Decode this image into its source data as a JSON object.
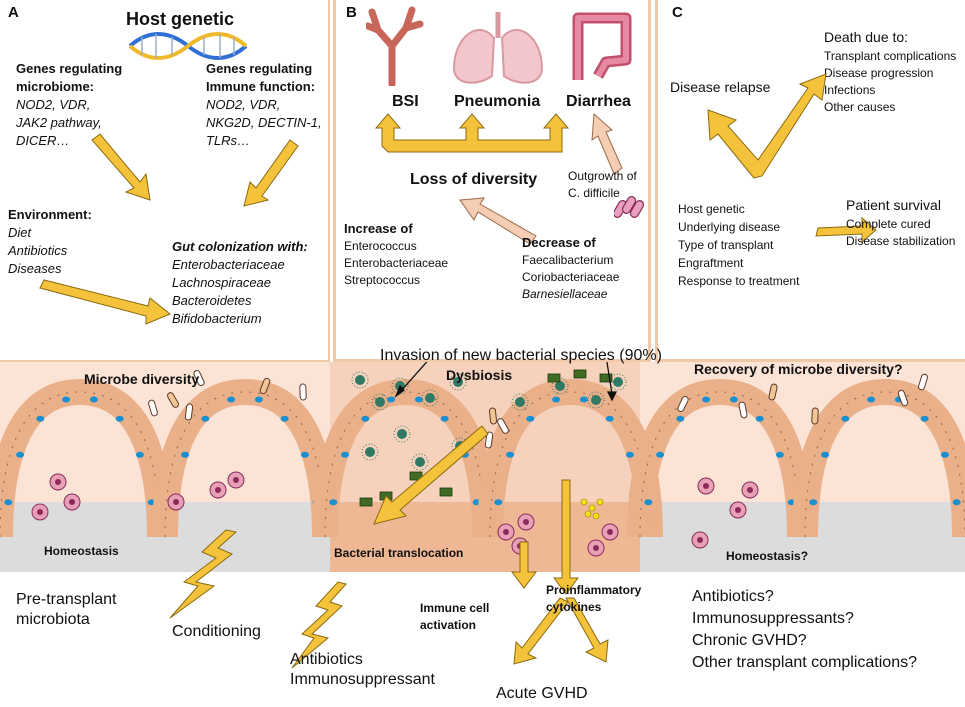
{
  "panelA": {
    "label": "A",
    "title": "Host genetic",
    "microbiome_heading_1": "Genes regulating",
    "microbiome_heading_2": "microbiome:",
    "microbiome_genes": [
      "NOD2,  VDR,",
      "JAK2 pathway,",
      "DICER…"
    ],
    "immune_heading_1": "Genes regulating",
    "immune_heading_2": "Immune function:",
    "immune_genes": [
      "NOD2,  VDR,",
      "NKG2D,  DECTIN-1,",
      "TLRs…"
    ],
    "environment_heading": "Environment:",
    "environment_items": [
      "Diet",
      "Antibiotics",
      "Diseases"
    ],
    "gut_heading": "Gut colonization with:",
    "gut_items": [
      "Enterobacteriaceae",
      "Lachnospiraceae",
      "Bacteroidetes",
      "Bifidobacterium"
    ]
  },
  "panelB": {
    "label": "B",
    "organs": [
      "BSI",
      "Pneumonia",
      "Diarrhea"
    ],
    "loss": "Loss of diversity",
    "outgrowth_1": "Outgrowth of",
    "outgrowth_2": "C. difficile",
    "increase_heading": "Increase of",
    "increase_items": [
      "Enterococcus",
      "Enterobacteriaceae",
      "Streptococcus"
    ],
    "decrease_heading": "Decrease of",
    "decrease_items": [
      "Faecalibacterium",
      "Coriobacteriaceae",
      "Barnesiellaceae"
    ]
  },
  "panelC": {
    "label": "C",
    "death_heading": "Death due to:",
    "death_items": [
      "Transplant complications",
      "Disease progression",
      "Infections",
      "Other causes"
    ],
    "relapse": "Disease relapse",
    "survival_heading": "Patient survival",
    "survival_items": [
      "Complete cured",
      "Disease stabilization"
    ],
    "factors": [
      "Host genetic",
      "Underlying disease",
      "Type of transplant",
      "Engraftment",
      "Response to treatment"
    ]
  },
  "bottom": {
    "invasion": "Invasion of new bacterial species (90%)",
    "microbe_diversity": "Microbe diversity",
    "dysbiosis": "Dysbiosis",
    "recovery": "Recovery of microbe diversity?",
    "homeostasis": "Homeostasis",
    "homeostasis_q": "Homeostasis?",
    "translocation": "Bacterial translocation",
    "immune_1": "Immune cell",
    "immune_2": "activation",
    "cytokines_1": "Proinflammatory",
    "cytokines_2": "cytokines",
    "pretransplant_1": "Pre-transplant",
    "pretransplant_2": "microbiota",
    "conditioning": "Conditioning",
    "antibiotics": "Antibiotics",
    "immunosuppressant": "Immunosuppressant",
    "acute_gvhd": "Acute GVHD",
    "questions": [
      "Antibiotics?",
      "Immunosuppressants?",
      "Chronic GVHD?",
      "Other transplant complications?"
    ]
  },
  "colors": {
    "arrow_fill": "#f5c33b",
    "arrow_stroke": "#8a6a10",
    "panel_border": "#f1c9a8",
    "tissue_bg": "#fbe3d6",
    "lumen_gray": "#dcdcdc",
    "cell_fill": "#f4c7a3",
    "nucleus": "#1a8fd1"
  }
}
